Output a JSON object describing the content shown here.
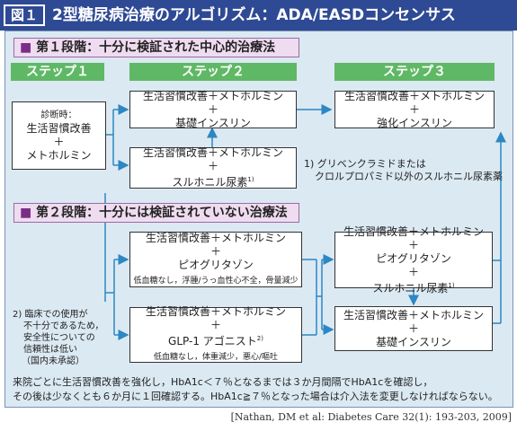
{
  "header": {
    "fig_label": "図１",
    "title": "2型糖尿病治療のアルゴリズム：ADA/EASDコンセンサス"
  },
  "stage1": {
    "marker": "■",
    "label": "第１段階：十分に検証された中心的治療法"
  },
  "stage2": {
    "marker": "■",
    "label": "第２段階：十分には検証されていない治療法"
  },
  "steps": [
    "ステップ１",
    "ステップ２",
    "ステップ３"
  ],
  "boxes": {
    "diagnosis": {
      "title": "診断時：",
      "line1": "生活習慣改善",
      "plus": "＋",
      "line2": "メトホルミン"
    },
    "s2_basal": {
      "line1": "生活習慣改善＋メトホルミン",
      "plus": "＋",
      "line2": "基礎インスリン"
    },
    "s2_su": {
      "line1": "生活習慣改善＋メトホルミン",
      "plus": "＋",
      "line2": "スルホニル尿素",
      "sup": "1)"
    },
    "s3_intensive": {
      "line1": "生活習慣改善＋メトホルミン",
      "plus": "＋",
      "line2": "強化インスリン"
    },
    "t2_pio": {
      "line1": "生活習慣改善＋メトホルミン",
      "plus": "＋",
      "line2": "ピオグリタゾン",
      "note": "低血糖なし，浮腫/うっ血性心不全，骨量減少"
    },
    "t2_glp1": {
      "line1": "生活習慣改善＋メトホルミン",
      "plus": "＋",
      "line2": "GLP-1 アゴニスト",
      "sup": "2)",
      "note": "低血糖なし，体重減少，悪心/嘔吐"
    },
    "t3_pio_su": {
      "line1": "生活習慣改善＋メトホルミン",
      "plus1": "＋",
      "line2": "ピオグリタゾン",
      "plus2": "＋",
      "line3": "スルホニル尿素",
      "sup": "1)"
    },
    "t3_basal": {
      "line1": "生活習慣改善＋メトホルミン",
      "plus": "＋",
      "line2": "基礎インスリン"
    }
  },
  "footnote1": {
    "line1": "1) グリベンクラミドまたは",
    "line2": "クロルプロパミド以外のスルホニル尿素薬"
  },
  "footnote2": {
    "line1": "2) 臨床での使用が",
    "line2": "不十分であるため，",
    "line3": "安全性についての",
    "line4": "信頼性は低い",
    "line5": "（国内未承認）"
  },
  "bottom_text": {
    "line1": "来院ごとに生活習慣改善を強化し，HbA1c＜７％となるまでは３か月間隔でHbA1cを確認し，",
    "line2": "その後は少なくとも６か月に１回確認する。HbA1c≧７％となった場合は介入法を変更しなければならない。"
  },
  "citation": "[Nathan, DM et al: Diabetes Care 32(1): 193-203, 2009]"
}
